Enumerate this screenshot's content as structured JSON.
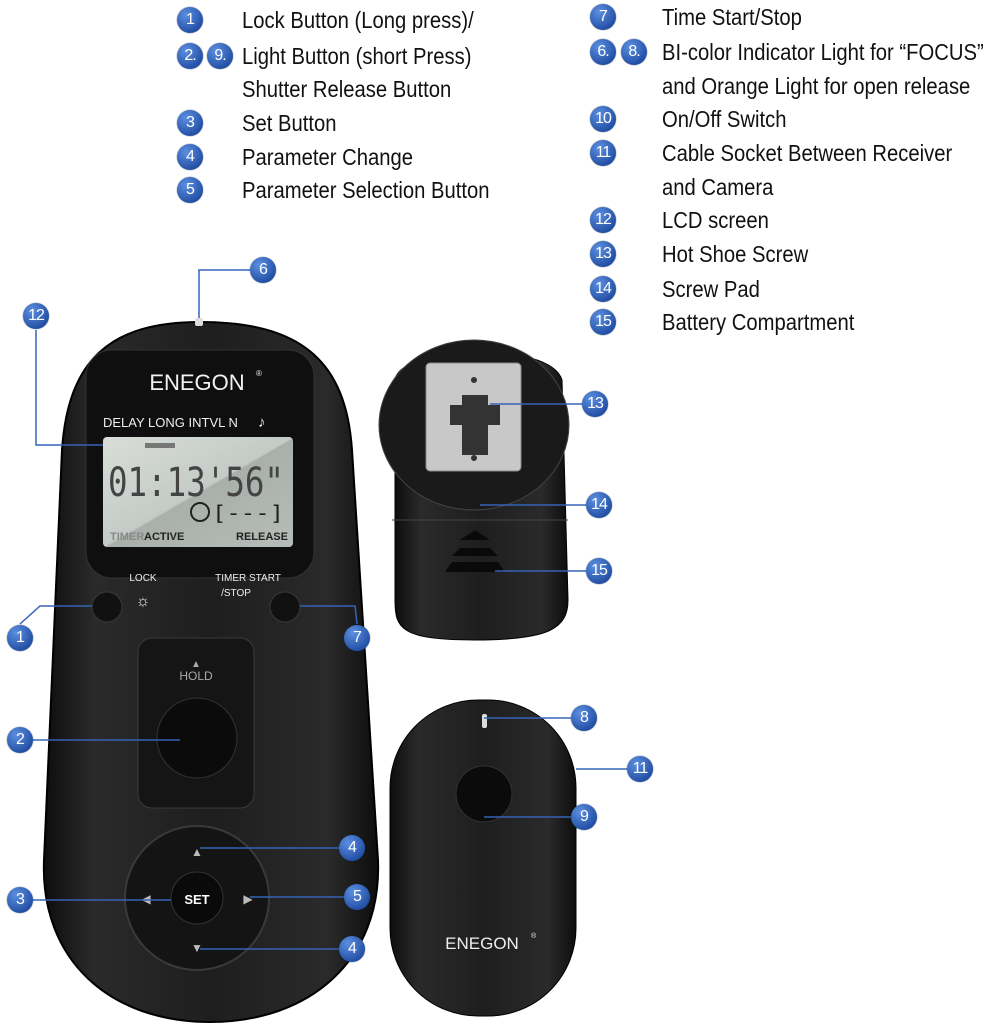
{
  "legend_left": [
    {
      "badges": [
        "1"
      ],
      "lines": [
        "Lock Button (Long press)/"
      ]
    },
    {
      "badges": [
        "2.",
        "9."
      ],
      "lines": [
        "Light Button (short Press)",
        "Shutter Release Button"
      ]
    },
    {
      "badges": [
        "3"
      ],
      "lines": [
        "Set Button"
      ]
    },
    {
      "badges": [
        "4"
      ],
      "lines": [
        "Parameter Change"
      ]
    },
    {
      "badges": [
        "5"
      ],
      "lines": [
        "Parameter Selection Button"
      ]
    }
  ],
  "legend_right": [
    {
      "badges": [
        "7"
      ],
      "lines": [
        "Time Start/Stop"
      ]
    },
    {
      "badges": [
        "6.",
        "8."
      ],
      "lines": [
        "BI-color Indicator Light for “FOCUS”",
        "and Orange Light for open release"
      ]
    },
    {
      "badges": [
        "10"
      ],
      "lines": [
        "On/Off Switch"
      ]
    },
    {
      "badges": [
        "11"
      ],
      "lines": [
        "Cable Socket Between Receiver",
        "and Camera"
      ]
    },
    {
      "badges": [
        "12"
      ],
      "lines": [
        "LCD screen"
      ]
    },
    {
      "badges": [
        "13"
      ],
      "lines": [
        "Hot Shoe Screw"
      ]
    },
    {
      "badges": [
        "14"
      ],
      "lines": [
        "Screw Pad"
      ]
    },
    {
      "badges": [
        "15"
      ],
      "lines": [
        "Battery Compartment"
      ]
    }
  ],
  "callouts": [
    "6",
    "12",
    "13",
    "14",
    "15",
    "1",
    "7",
    "2",
    "8",
    "11",
    "9",
    "4",
    "5",
    "3",
    "4"
  ],
  "remote": {
    "brand": "ENEGON",
    "registered": "®",
    "modes": "DELAY LONG INTVL N",
    "note_icon": "♪",
    "time": "01:13'56\"",
    "bracket": "[---]",
    "timer_label": "TIMER",
    "active_label": "ACTIVE",
    "release_label": "RELEASE",
    "lock_label": "LOCK",
    "timer_start_label": "TIMER START",
    "stop_label": "/STOP",
    "hold_label": "HOLD",
    "set_label": "SET"
  },
  "transmitter": {
    "brand": "ENEGON",
    "registered": "®"
  },
  "colors": {
    "badge": "#2452a8",
    "line": "#3563b5",
    "device": "#1c1c1c",
    "lcd": "#c9cfc9"
  }
}
